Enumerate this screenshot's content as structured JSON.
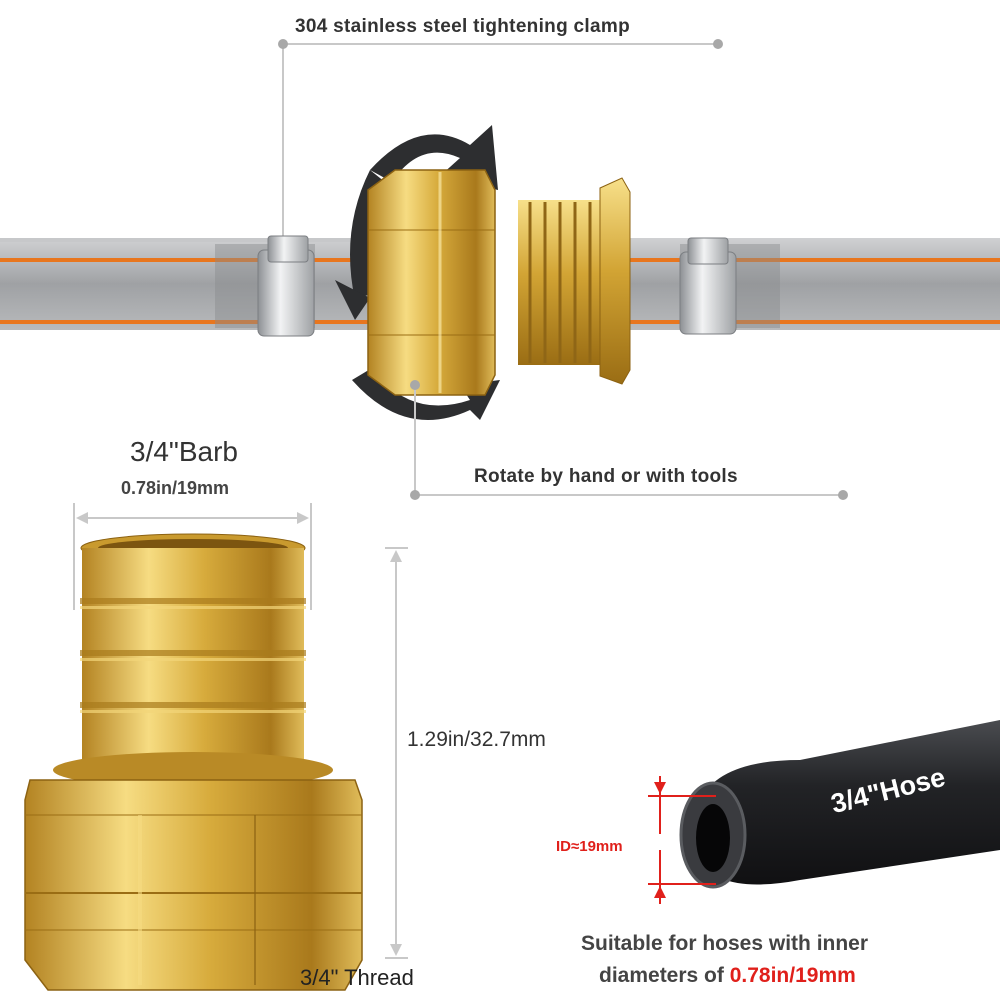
{
  "callouts": {
    "clamp": "304 stainless steel tightening clamp",
    "rotate": "Rotate by hand or with tools"
  },
  "barb": {
    "title": "3/4\"Barb",
    "size": "0.78in/19mm"
  },
  "dimensions": {
    "height": "1.29in/32.7mm",
    "thread": "3/4\" Thread"
  },
  "hose": {
    "label": "3/4\"Hose",
    "inner_diameter": "ID≈19mm"
  },
  "suitability": {
    "line1": "Suitable for hoses with inner",
    "line2_prefix": "diameters of ",
    "line2_highlight": "0.78in/19mm"
  },
  "colors": {
    "brass": "#d4a937",
    "hose_gray": "#a7a9ac",
    "hose_stripe": "#e8761e",
    "accent_red": "#e0201b",
    "text": "#333333",
    "guide": "#c8c8c8"
  }
}
